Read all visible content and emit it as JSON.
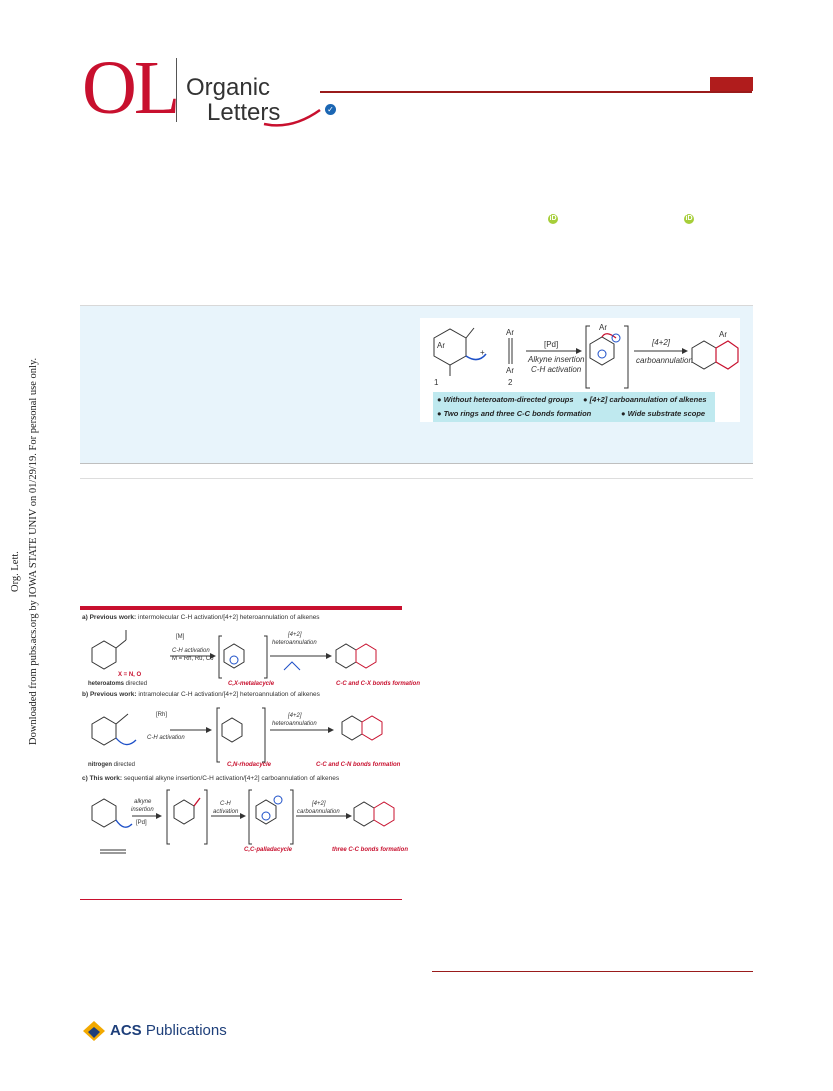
{
  "header": {
    "logo_text": "OL",
    "journal_line1": "Organic",
    "journal_line2": "Letters",
    "accent_color": "#c8102e"
  },
  "side_watermark": {
    "line1": "Org. Lett.",
    "line2": "Downloaded from pubs.acs.org by IOWA STATE UNIV on 01/29/19. For personal use only."
  },
  "toc": {
    "reagent_1": "1",
    "reagent_2": "2",
    "catalyst": "[Pd]",
    "step1_a": "Alkyne insertion",
    "step1_b": "C-H activation",
    "step2_a": "[4+2]",
    "step2_b": "carboannulation",
    "ar": "Ar",
    "plus": "+",
    "features": [
      "Without heteroatom-directed groups",
      "[4+2] carboannulation of alkenes",
      "Two rings and three C-C bonds formation",
      "Wide substrate scope"
    ]
  },
  "scheme": {
    "a_title_bold": "a) Previous work:",
    "a_title_rest": " intermolecular C-H activation/[4+2] heteroannulation of alkenes",
    "a_cat": "[M]",
    "a_cond1": "C-H activation",
    "a_cond2": "M = Rh, Ru, Co",
    "a_x": "X = N, O",
    "a_directed_bold": "heteroatoms",
    "a_directed_rest": " directed",
    "a_metalacycle": "C,X-metalacycle",
    "a_step_a": "[4+2]",
    "a_step_b": "heteroannulation",
    "a_product": "C-C and C-X bonds formation",
    "b_title_bold": "b) Previous work:",
    "b_title_rest": " intramolecular C-H activation/[4+2] heteroannulation of alkenes",
    "b_cat": "[Rh]",
    "b_cond": "C-H activation",
    "b_directed_bold": "nitrogen",
    "b_directed_rest": " directed",
    "b_metalacycle": "C,N-rhodacycle",
    "b_step_a": "[4+2]",
    "b_step_b": "heteroannulation",
    "b_product": "C-C and C-N bonds formation",
    "c_title_bold": "c) This work:",
    "c_title_rest": " sequential alkyne insertion/C-H activation/[4+2] carboannulation of alkenes",
    "c_step1_a": "alkyne",
    "c_step1_b": "insertion",
    "c_cat": "[Pd]",
    "c_step2_a": "C-H",
    "c_step2_b": "activation",
    "c_step3_a": "[4+2]",
    "c_step3_b": "carboannulation",
    "c_metalacycle": "C,C-palladacycle",
    "c_product": "three C-C bonds formation"
  },
  "footer": {
    "publisher_bold": "ACS",
    "publisher_rest": " Publications"
  }
}
